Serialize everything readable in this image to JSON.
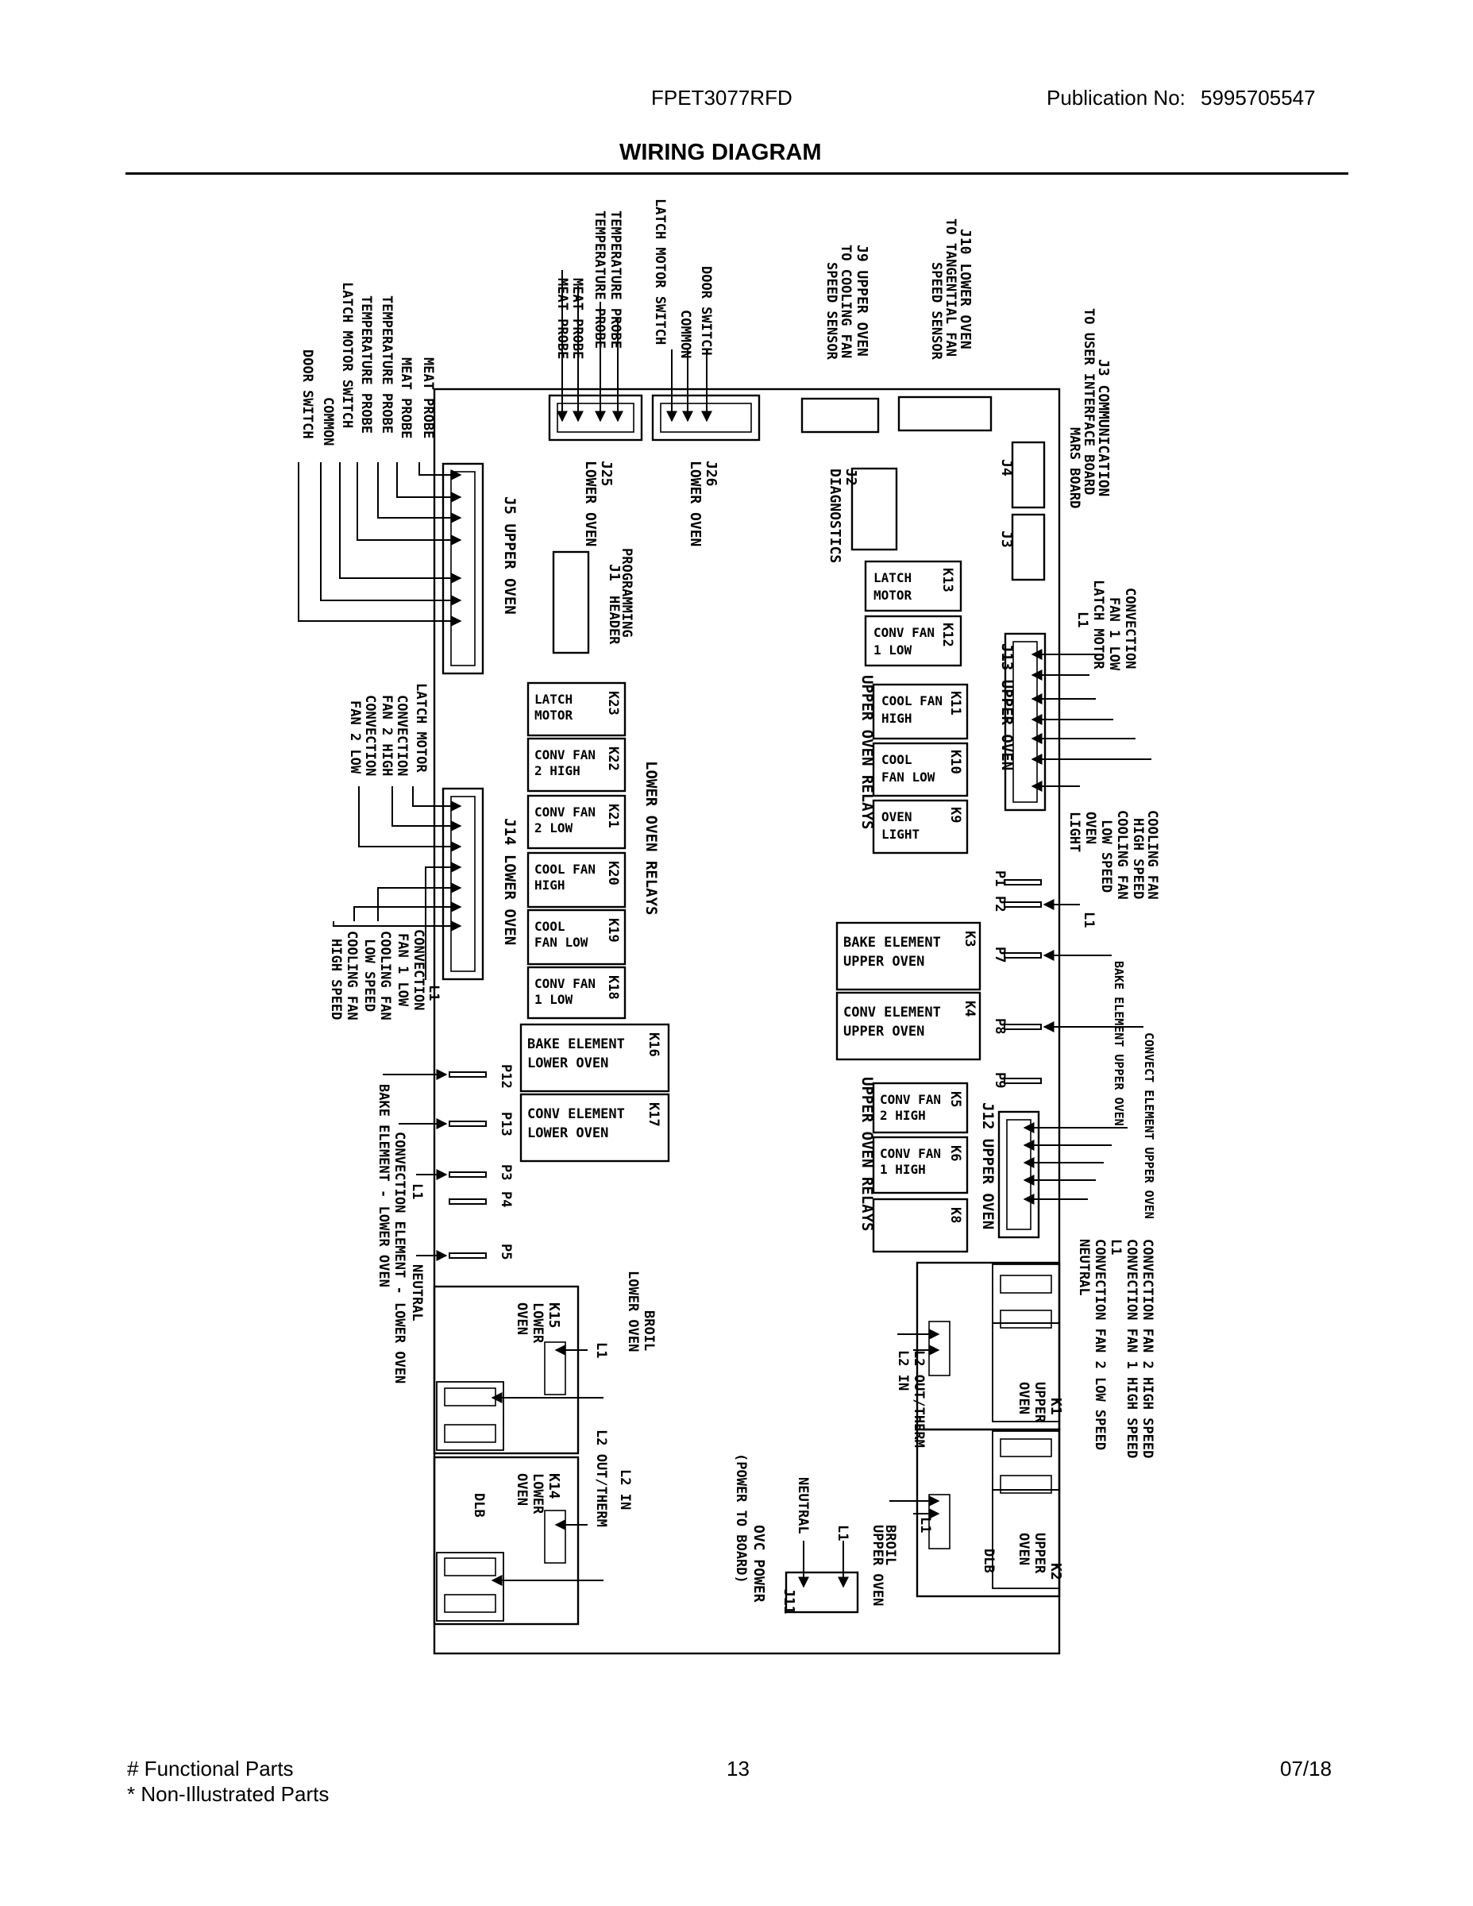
{
  "header": {
    "model": "FPET3077RFD",
    "publication_label": "Publication No:",
    "publication_number": "5995705547"
  },
  "title": "WIRING DIAGRAM",
  "footer": {
    "functional": "# Functional Parts",
    "non_illustrated": "* Non-Illustrated Parts",
    "page": "13",
    "date": "07/18"
  },
  "diagram": {
    "top_connectors": {
      "j25": {
        "id": "J25",
        "desc": "LOWER OVEN",
        "wires": [
          "MEAT PROBE",
          "MEAT PROBE",
          "TEMPERATURE PROBE",
          "TEMPERATURE PROBE"
        ]
      },
      "j26": {
        "id": "J26",
        "desc": "LOWER OVEN",
        "wires": [
          "LATCH MOTOR SWITCH",
          "COMMON",
          "DOOR SWITCH"
        ]
      },
      "j9": {
        "id": "J9 UPPER OVEN",
        "desc1": "TO COOLING FAN",
        "desc2": "SPEED SENSOR"
      },
      "j10": {
        "id": "J10 LOWER OVEN",
        "desc1": "TO TANGENTIAL FAN",
        "desc2": "SPEED SENSOR"
      },
      "j3comm": {
        "id": "J3 COMMUNICATION",
        "desc1": "TO USER INTERFACE BOARD",
        "desc2": "MARS BOARD"
      }
    },
    "j2": {
      "id": "J2",
      "desc": "DIAGNOSTICS"
    },
    "j4": "J4",
    "j3": "J3",
    "j1": {
      "id": "J1",
      "desc1": "HEADER",
      "desc2": "PROGRAMMING"
    },
    "j5": {
      "id": "J5 UPPER OVEN",
      "wires": [
        "MEAT PROBE",
        "MEAT PROBE",
        "TEMPERATURE PROBE",
        "TEMPERATURE PROBE",
        "LATCH MOTOR SWITCH",
        "COMMON",
        "DOOR SWITCH"
      ]
    },
    "j14": {
      "id": "J14 LOWER OVEN",
      "wires": [
        "LATCH MOTOR",
        "CONVECTION",
        "FAN 2 HIGH",
        "CONVECTION",
        "FAN 2 LOW",
        "L1",
        "CONVECTION",
        "FAN 1 LOW",
        "COOLING FAN",
        "LOW SPEED",
        "COOLING FAN",
        "HIGH SPEED"
      ]
    },
    "j13": {
      "id": "J13 UPPER OVEN",
      "wires": [
        "CONVECTION",
        "FAN 1 LOW",
        "LATCH MOTOR",
        "L1",
        "COOLING FAN",
        "HIGH SPEED",
        "COOLING FAN",
        "LOW SPEED",
        "OVEN",
        "LIGHT"
      ]
    },
    "j12": {
      "id": "J12 UPPER OVEN",
      "wires": [
        "CONVECTION FAN 2 HIGH SPEED",
        "CONVECTION FAN 1 HIGH SPEED",
        "L1",
        "CONVECTION FAN 2 LOW SPEED",
        "NEUTRAL"
      ]
    },
    "j11": {
      "id": "J11",
      "desc1": "OVC POWER",
      "desc2": "(POWER TO BOARD)",
      "wires": [
        "NEUTRAL",
        "L1"
      ]
    },
    "group_labels": {
      "upper_relays_top": "UPPER OVEN RELAYS",
      "lower_relays": "LOWER OVEN RELAYS",
      "upper_relays_bottom": "UPPER OVEN RELAYS"
    },
    "relays_upper": [
      {
        "id": "K13",
        "l1": "LATCH",
        "l2": "MOTOR"
      },
      {
        "id": "K12",
        "l1": "CONV FAN",
        "l2": "1 LOW"
      },
      {
        "id": "K11",
        "l1": "COOL FAN",
        "l2": "HIGH"
      },
      {
        "id": "K10",
        "l1": "COOL",
        "l2": "FAN LOW"
      },
      {
        "id": "K9",
        "l1": "OVEN",
        "l2": "LIGHT"
      }
    ],
    "relays_lower": [
      {
        "id": "K23",
        "l1": "LATCH",
        "l2": "MOTOR"
      },
      {
        "id": "K22",
        "l1": "CONV FAN",
        "l2": "2 HIGH"
      },
      {
        "id": "K21",
        "l1": "CONV FAN",
        "l2": "2 LOW"
      },
      {
        "id": "K20",
        "l1": "COOL FAN",
        "l2": "HIGH"
      },
      {
        "id": "K19",
        "l1": "COOL",
        "l2": "FAN LOW"
      },
      {
        "id": "K18",
        "l1": "CONV FAN",
        "l2": "1 LOW"
      }
    ],
    "relays_element": [
      {
        "id": "K3",
        "l1": "BAKE ELEMENT",
        "l2": "UPPER OVEN"
      },
      {
        "id": "K4",
        "l1": "CONV ELEMENT",
        "l2": "UPPER OVEN"
      },
      {
        "id": "K16",
        "l1": "BAKE ELEMENT",
        "l2": "LOWER OVEN"
      },
      {
        "id": "K17",
        "l1": "CONV ELEMENT",
        "l2": "LOWER OVEN"
      }
    ],
    "relays_upper2": [
      {
        "id": "K5",
        "l1": "CONV FAN",
        "l2": "2 HIGH"
      },
      {
        "id": "K6",
        "l1": "CONV FAN",
        "l2": "1 HIGH"
      },
      {
        "id": "K8",
        "l1": "",
        "l2": ""
      }
    ],
    "terminals_right": {
      "p1": "P1",
      "p2": "P2",
      "p7": "P7",
      "p8": "P8",
      "p9": "P9",
      "p2_wire": "L1",
      "p7_wire": "BAKE ELEMENT UPPER OVEN",
      "p8_wire": "CONVECT ELEMENT UPPER OVEN"
    },
    "terminals_left": {
      "p12": "P12",
      "p13": "P13",
      "p3": "P3",
      "p4": "P4",
      "p5": "P5",
      "p12_wire": "BAKE ELEMENT - LOWER OVEN",
      "p13_wire": "CONVECTION ELEMENT - LOWER OVEN",
      "p3_wire": "L1",
      "p5_wire": "NEUTRAL"
    },
    "power_relays": {
      "k15": {
        "id": "K15",
        "l1": "LOWER",
        "l2": "OVEN",
        "w1": "L1",
        "w2a": "BROIL",
        "w2b": "LOWER OVEN"
      },
      "k14": {
        "id": "K14",
        "l1": "LOWER",
        "l2": "OVEN",
        "l3": "DLB",
        "w1": "L2 OUT/THERM",
        "w2": "L2 IN"
      },
      "k1": {
        "id": "K1",
        "l1": "UPPER",
        "l2": "OVEN",
        "w1": "L2 OUT/THERM",
        "w2": "L2 IN"
      },
      "k2": {
        "id": "K2",
        "l1": "UPPER",
        "l2": "OVEN",
        "l3": "DLB",
        "w1": "L1",
        "w2a": "BROIL",
        "w2b": "UPPER OVEN"
      }
    }
  }
}
